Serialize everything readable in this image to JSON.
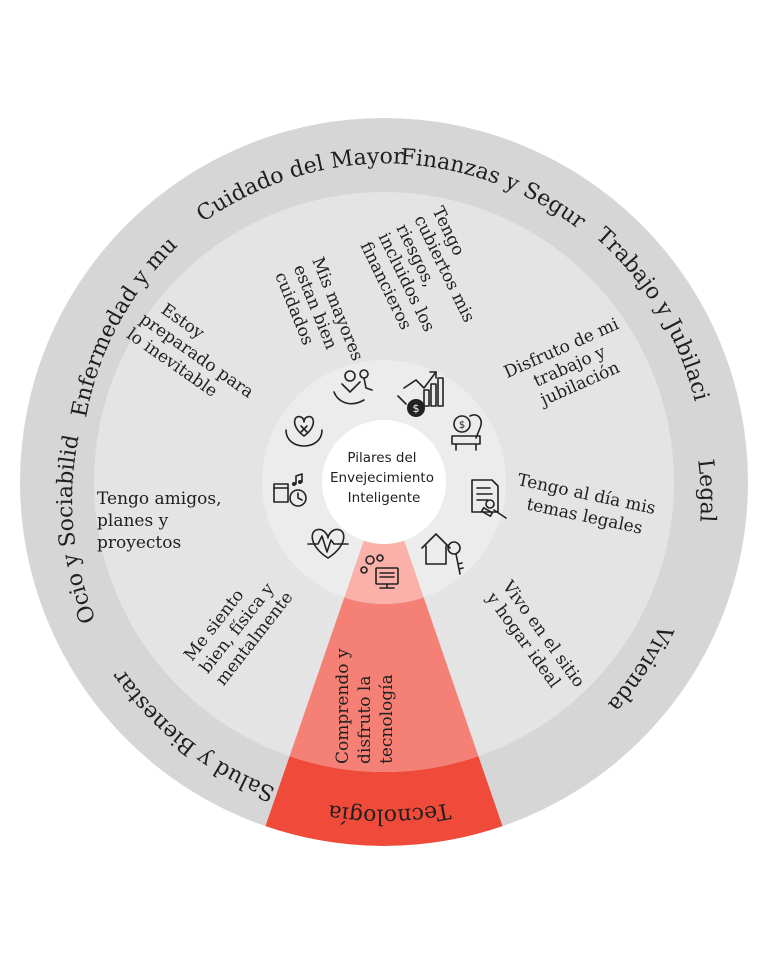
{
  "center": {
    "lines": [
      "Pilares del",
      "Envejecimiento",
      "Inteligente"
    ]
  },
  "colors": {
    "outer_ring": "#d6d6d6",
    "middle_ring": "#e4e4e4",
    "icon_ring": "#ececec",
    "hub": "#ffffff",
    "highlight_outer": "#f04a3a",
    "highlight_middle": "#f58176",
    "highlight_inner": "#f9b1a9"
  },
  "highlighted_pillar": "tecnologia",
  "pillars": [
    {
      "id": "cuidado",
      "name": "Cuidado del Mayor",
      "statement": [
        "Mis mayores",
        "estan bien",
        "cuidados"
      ],
      "icon": "caregiver-icon"
    },
    {
      "id": "finanzas",
      "name": "Finanzas y Seguros",
      "statement": [
        "Tengo",
        "cubiertos mis",
        "riesgos,",
        "incluidos los",
        "financieros"
      ],
      "icon": "finance-chart-icon"
    },
    {
      "id": "trabajo",
      "name": "Trabajo y Jubilación",
      "statement": [
        "Disfruto de mi",
        "trabajo y",
        "jubilación"
      ],
      "icon": "retirement-savings-icon"
    },
    {
      "id": "legal",
      "name": "Legal",
      "statement": [
        "Tengo al día mis",
        "temas legales"
      ],
      "icon": "legal-document-icon"
    },
    {
      "id": "vivienda",
      "name": "Vivienda",
      "statement": [
        "Vivo en el sitio",
        "y hogar ideal"
      ],
      "icon": "house-key-icon"
    },
    {
      "id": "tecnologia",
      "name": "Tecnología",
      "statement": [
        "Comprendo y",
        "disfruto la",
        "tecnología"
      ],
      "icon": "technology-gears-icon"
    },
    {
      "id": "salud",
      "name": "Salud y Bienestar",
      "statement": [
        "Me siento",
        "bien, física y",
        "mentalmente"
      ],
      "icon": "heartbeat-icon"
    },
    {
      "id": "ocio",
      "name": "Ocio y Sociabilidad",
      "statement": [
        "Tengo amigos,",
        "planes y",
        "proyectos"
      ],
      "icon": "leisure-icon"
    },
    {
      "id": "enfermedad",
      "name": "Enfermedad y muerte",
      "statement": [
        "Estoy",
        "preparado para",
        "lo inevitable"
      ],
      "icon": "heart-hands-icon"
    }
  ]
}
